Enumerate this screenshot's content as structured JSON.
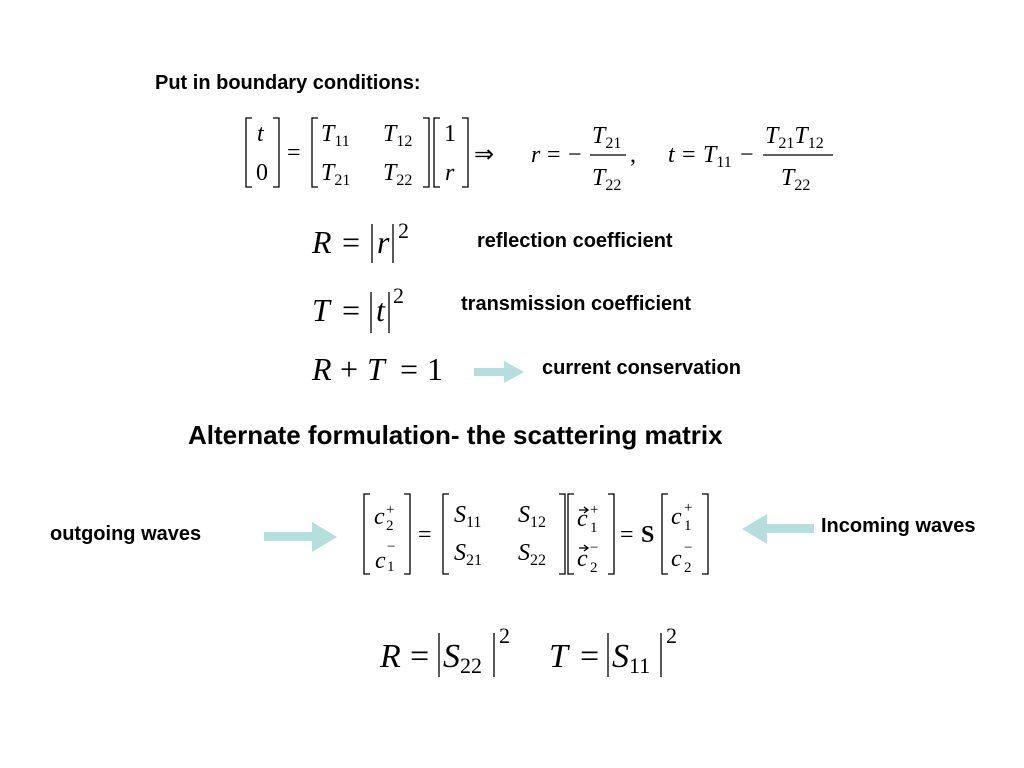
{
  "slide": {
    "heading_boundary": "Put in boundary conditions:",
    "label_reflection": "reflection coefficient",
    "label_transmission": "transmission coefficient",
    "label_conservation": "current conservation",
    "heading_alternate": "Alternate formulation- the scattering matrix",
    "label_outgoing": "outgoing waves",
    "label_incoming": "Incoming waves",
    "arrow_color": "#b5dede"
  },
  "equations": {
    "transfer": "[t; 0] = [T11 T12; T21 T22][1; r] ⇒ r = −T21/T22, t = T11 − T21T12/T22",
    "reflection": "R = |r|^2",
    "transmission": "T = |t|^2",
    "conservation": "R + T = 1",
    "scattering": "[c2+; c1−] = [S11 S12; S21 S22][c1+; c2−] = S [c1+; c2−]",
    "coefficients": "R = |S22|^2   T = |S11|^2"
  }
}
